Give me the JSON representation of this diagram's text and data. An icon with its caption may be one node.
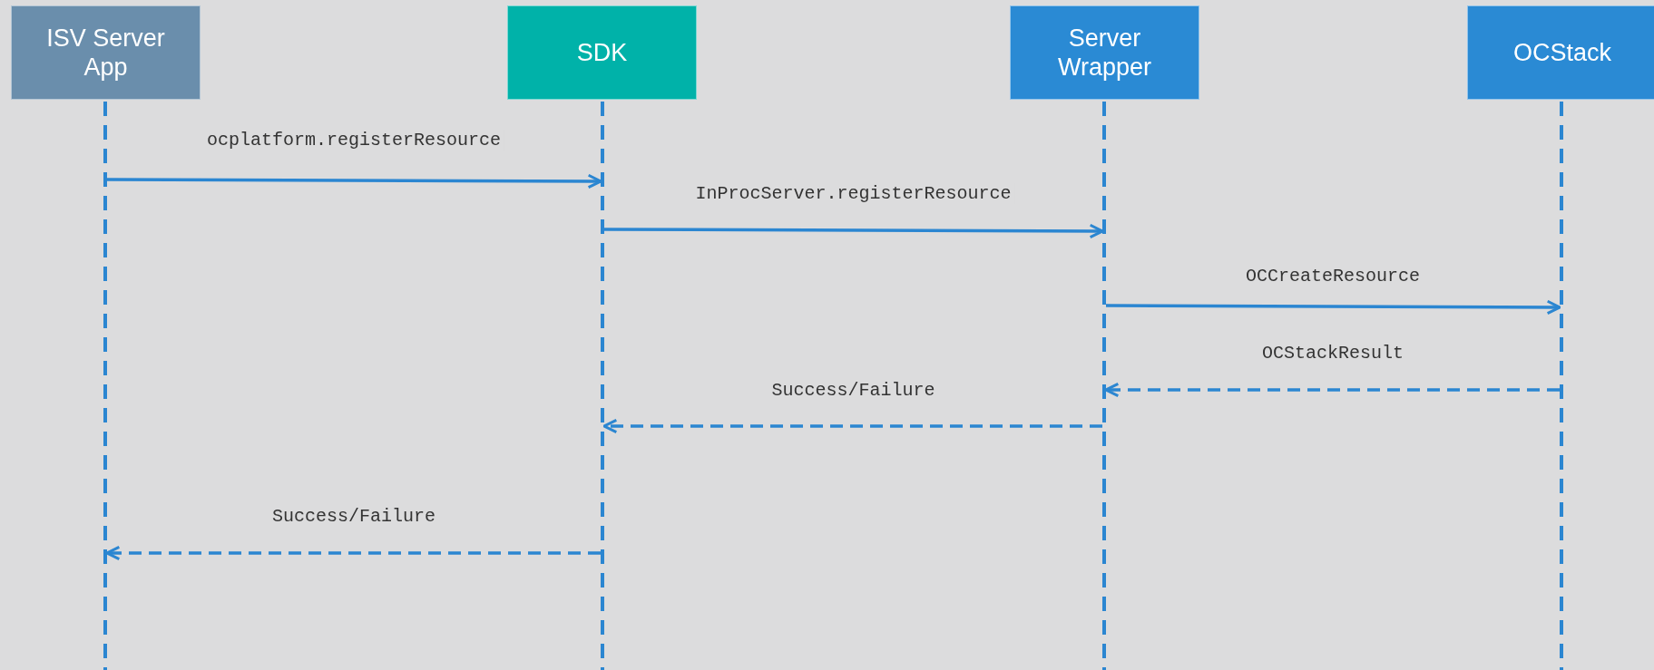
{
  "diagram": {
    "nodes": [
      {
        "text": [
          "ISV Server App"
        ]
      },
      {
        "text": [
          "SDK"
        ]
      },
      {
        "text": [
          "Server Wrapper"
        ]
      },
      {
        "text": [
          "OCStack"
        ]
      },
      {
        "text": [],
        "shape": "bar"
      },
      {
        "text": [],
        "shape": "bar"
      },
      {
        "text": [],
        "shape": "bar"
      },
      {
        "text": [],
        "shape": "bar"
      }
    ],
    "edges": [
      {
        "from": 4,
        "to": 5,
        "arrow": "to",
        "label": "ocplatform.registerResource"
      },
      {
        "from": 5,
        "to": 6,
        "arrow": "to",
        "label": "InProcServer.registerResource"
      },
      {
        "from": 6,
        "to": 7,
        "arrow": "to",
        "label": "OCCreateResource"
      },
      {
        "from": 7,
        "to": 6,
        "arrow": "to",
        "label": "OCStackResult",
        "style": "dashed"
      },
      {
        "from": 6,
        "to": 5,
        "arrow": "to",
        "label": "Success/Failure",
        "style": "dashed"
      },
      {
        "from": 5,
        "to": 4,
        "arrow": "to",
        "label": "Success/Failure",
        "style": "dashed"
      }
    ]
  }
}
